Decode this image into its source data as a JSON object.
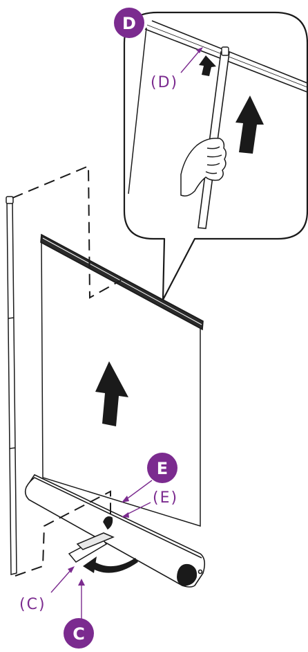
{
  "colors": {
    "accent": "#7b2b8f",
    "line": "#1a1a1a",
    "background": "#ffffff"
  },
  "badges": {
    "d": "D",
    "e": "E",
    "c": "C"
  },
  "labels": {
    "d": "(D)",
    "e": "(E)",
    "c": "(C)"
  },
  "icons": {
    "up_arrow_large": "up-arrow",
    "up_arrow_callout": "up-arrow",
    "up_arrow_small": "up-arrow",
    "rotate_arrow": "curved-arrow",
    "hand": "hand"
  }
}
